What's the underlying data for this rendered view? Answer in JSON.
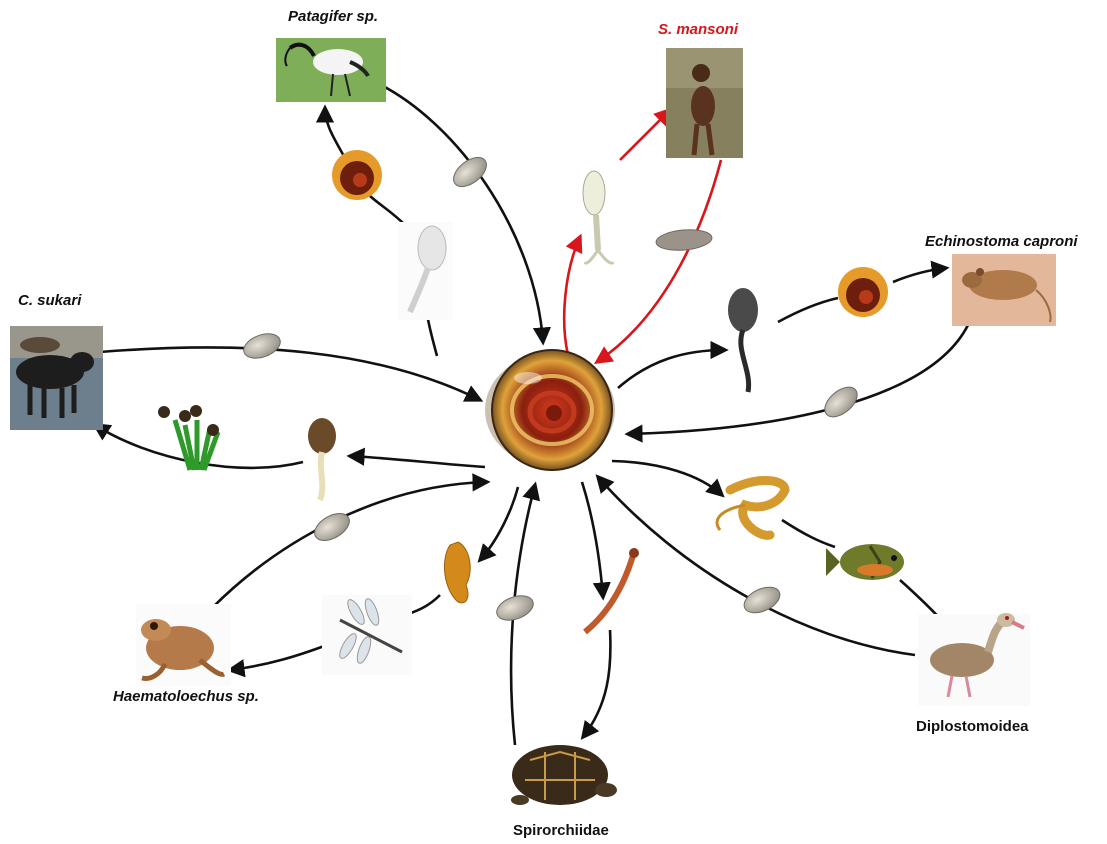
{
  "labels": {
    "patagifer": "Patagifer sp.",
    "mansoni": "S. mansoni",
    "echinostoma": "Echinostoma caproni",
    "sukari": "C. sukari",
    "haematoloechus": "Haematoloechus sp.",
    "spirorchiidae": "Spirorchiidae",
    "diplostomoidea": "Diplostomoidea"
  },
  "colors": {
    "arrow": "#111111",
    "human_cycle_arrow": "#d8161b",
    "human_label": "#d8161b"
  },
  "icons": [
    "snail-shell-icon",
    "egg-icon",
    "cercaria-icon",
    "miracidium-icon",
    "redia-icon",
    "metacercaria-icon",
    "ibis-icon",
    "child-icon",
    "mouse-icon",
    "cattle-icon",
    "plant-icon",
    "frog-icon",
    "dragonfly-icon",
    "fish-icon",
    "duck-icon",
    "turtle-icon"
  ]
}
